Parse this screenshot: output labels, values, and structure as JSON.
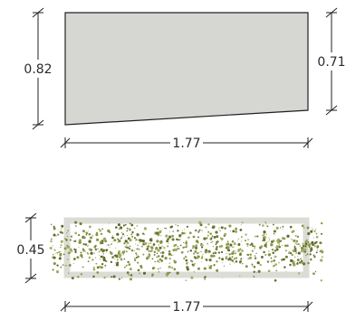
{
  "panels": [
    {
      "shape": "trapezoid panel",
      "left_height_label": "0.82",
      "right_height_label": "0.71",
      "width_label": "1.77",
      "fill_color": "#d6d6d3",
      "stroke_color": "#222222"
    },
    {
      "shape": "rectangular frame with speckled infill",
      "height_label": "0.45",
      "width_label": "1.77",
      "frame_color": "#dcdcd6",
      "speckle_colors": [
        "#6f7a33",
        "#8a9444",
        "#5e6a2a",
        "#a4ab62"
      ]
    }
  ],
  "dimension_line_color": "#222222"
}
